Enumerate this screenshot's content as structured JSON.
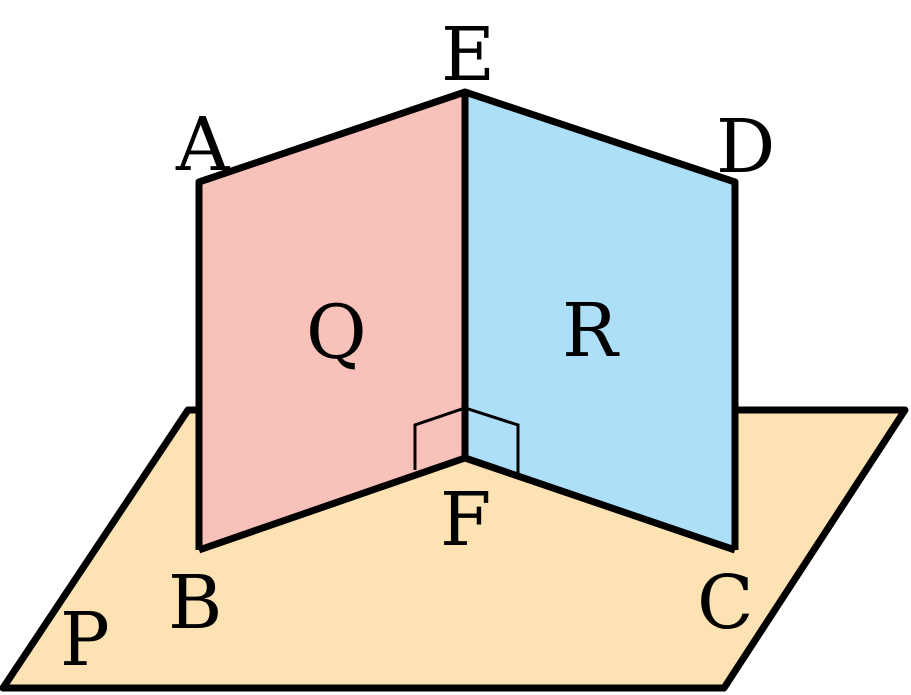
{
  "colors": {
    "plane_p": "#FDE2B4",
    "plane_q": "#F8C1BA",
    "plane_r": "#AEDFF9",
    "stroke": "#000000"
  },
  "labels": {
    "A": "A",
    "B": "B",
    "C": "C",
    "D": "D",
    "E": "E",
    "F": "F",
    "P": "P",
    "Q": "Q",
    "R": "R"
  }
}
